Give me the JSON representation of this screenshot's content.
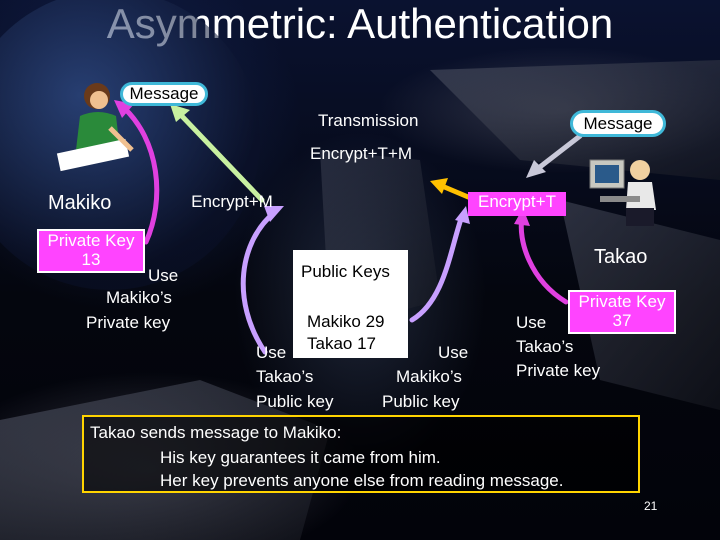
{
  "slide": {
    "title": "Asymmetric: Authentication",
    "page_number": "21"
  },
  "diagram": {
    "message_left": "Message",
    "transmission": "Transmission",
    "message_right": "Message",
    "encrypt_tm": "Encrypt+T+M",
    "encrypt_m": "Encrypt+M",
    "encrypt_t": "Encrypt+T",
    "makiko_name": "Makiko",
    "takao_name": "Takao",
    "makiko_key": {
      "title": "Private Key",
      "value": "13"
    },
    "takao_key": {
      "title": "Private Key",
      "value": "37"
    },
    "use_makiko_private": [
      "Use",
      "Makiko’s",
      "Private key"
    ],
    "use_takao_private": [
      "Use",
      "Takao’s",
      "Private key"
    ],
    "public_keys": {
      "title": "Public Keys",
      "rows": [
        "Makiko  29",
        "Takao  17"
      ]
    },
    "use_takao_public": [
      "Use",
      "Takao’s",
      "Public key"
    ],
    "use_makiko_public": [
      "Use",
      "Makiko’s",
      "Public key"
    ]
  },
  "summary": {
    "line1": "Takao sends message to Makiko:",
    "line2": "His key guarantees it came from him.",
    "line3": "Her key prevents anyone else from reading message."
  },
  "colors": {
    "arrow_magenta": "#e040e0",
    "arrow_violet": "#c8a0ff",
    "arrow_green": "#c8f0a0",
    "arrow_yellow": "#ffc000",
    "arrow_grey": "#c8c8d8",
    "box_border": "#ffd400",
    "pill_border": "#3fb8d8"
  }
}
